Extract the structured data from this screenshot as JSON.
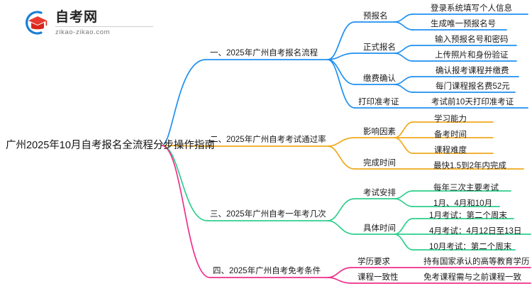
{
  "logo": {
    "icon": "graduation-cap-arc-logo",
    "brand_cn": "自考网",
    "brand_en": "zikao-zikao.com"
  },
  "mindmap": {
    "root": "广州2025年10月自考报名全流程分步操作指南",
    "colors": {
      "branch1": "#1e90f0",
      "branch2": "#f0a91e",
      "branch3": "#2ecf8d",
      "branch4": "#ef2f8c"
    },
    "branches": [
      {
        "label": "一、2025年广州自考报名流程",
        "color": "#1e90f0",
        "children": [
          {
            "label": "预报名",
            "leaves": [
              "登录系统填写个人信息",
              "生成唯一预报名号"
            ]
          },
          {
            "label": "正式报名",
            "leaves": [
              "输入预报名号和密码",
              "上传照片和身份验证"
            ]
          },
          {
            "label": "缴费确认",
            "leaves": [
              "确认报考课程并缴费",
              "每门课程报名费52元"
            ]
          },
          {
            "label": "打印准考证",
            "leaves": [
              "考试前10天打印准考证"
            ]
          }
        ]
      },
      {
        "label": "二、2025年广州自考考试通过率",
        "color": "#f0a91e",
        "children": [
          {
            "label": "影响因素",
            "leaves": [
              "学习能力",
              "备考时间",
              "课程难度"
            ]
          },
          {
            "label": "完成时间",
            "leaves": [
              "最快1.5到2年内完成"
            ]
          }
        ]
      },
      {
        "label": "三、2025年广州自考一年考几次",
        "color": "#2ecf8d",
        "children": [
          {
            "label": "考试安排",
            "leaves": [
              "每年三次主要考试",
              "1月、4月和10月"
            ]
          },
          {
            "label": "具体时间",
            "leaves": [
              "1月考试：第二个周末",
              "4月考试：4月12日至13日",
              "10月考试：第二个周末"
            ]
          }
        ]
      },
      {
        "label": "四、2025年广州自考免考条件",
        "color": "#ef2f8c",
        "children": [
          {
            "label": "学历要求",
            "leaves": [
              "持有国家承认的高等教育学历"
            ]
          },
          {
            "label": "课程一致性",
            "leaves": [
              "免考课程需与之前课程一致"
            ]
          }
        ]
      }
    ]
  }
}
